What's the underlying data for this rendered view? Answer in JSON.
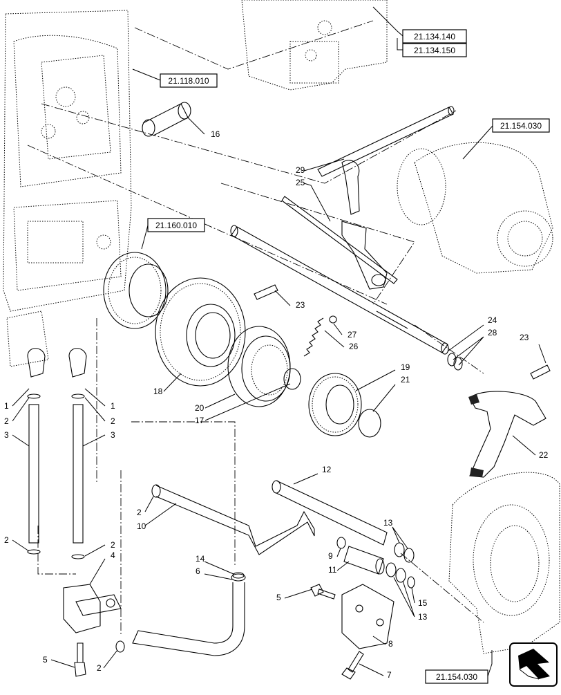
{
  "references": [
    {
      "id": "ref-21-134-140",
      "text": "21.134.140"
    },
    {
      "id": "ref-21-134-150",
      "text": "21.134.150"
    },
    {
      "id": "ref-21-118-010",
      "text": "21.118.010"
    },
    {
      "id": "ref-21-154-030-top",
      "text": "21.154.030"
    },
    {
      "id": "ref-21-160-010",
      "text": "21.160.010"
    },
    {
      "id": "ref-21-154-030-bottom",
      "text": "21.154.030"
    }
  ],
  "callouts": [
    "16",
    "29",
    "25",
    "23",
    "27",
    "26",
    "24",
    "28",
    "23",
    "19",
    "21",
    "18",
    "20",
    "17",
    "22",
    "1",
    "2",
    "3",
    "1",
    "2",
    "3",
    "2",
    "2",
    "4",
    "5",
    "2",
    "12",
    "2",
    "10",
    "13",
    "9",
    "11",
    "14",
    "6",
    "5",
    "15",
    "13",
    "8",
    "7"
  ],
  "icons": {
    "next_page": "next-page-arrow-icon"
  }
}
